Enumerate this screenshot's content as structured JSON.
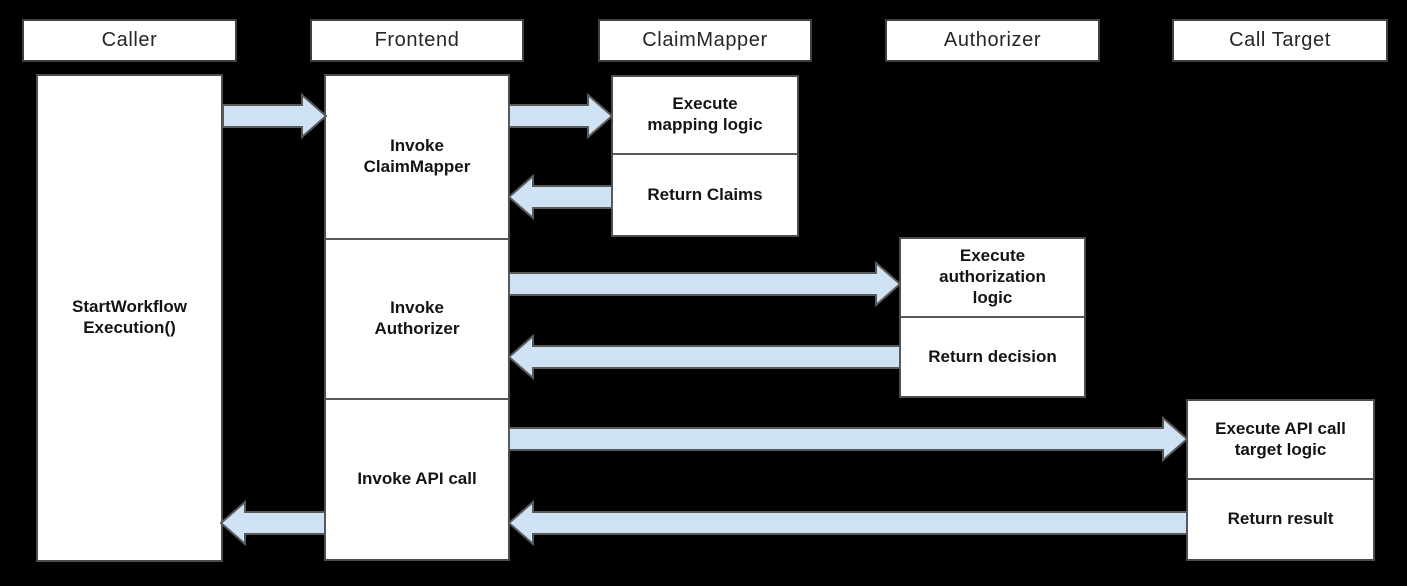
{
  "diagram": {
    "kind": "sequence-diagram",
    "background": "#000000",
    "colors": {
      "box_fill": "#ffffff",
      "box_border": "#4d4d4d",
      "divider": "#595959",
      "arrow_fill": "#cfe2f3",
      "arrow_stroke": "#595959",
      "header_text": "#262626",
      "label_text": "#141414"
    },
    "participants": [
      {
        "label": "Caller"
      },
      {
        "label": "Frontend"
      },
      {
        "label": "ClaimMapper"
      },
      {
        "label": "Authorizer"
      },
      {
        "label": "Call Target"
      }
    ],
    "activations": {
      "caller": {
        "label": "StartWorkflow\nExecution()"
      },
      "frontend": {
        "sections": [
          {
            "label": "Invoke\nClaimMapper"
          },
          {
            "label": "Invoke\nAuthorizer"
          },
          {
            "label": "Invoke API call"
          }
        ]
      },
      "claimmapper": {
        "sections": [
          {
            "label": "Execute\nmapping logic"
          },
          {
            "label": "Return Claims"
          }
        ]
      },
      "authorizer": {
        "sections": [
          {
            "label": "Execute\nauthorization\nlogic"
          },
          {
            "label": "Return decision"
          }
        ]
      },
      "calltarget": {
        "sections": [
          {
            "label": "Execute API call\ntarget logic"
          },
          {
            "label": "Return result"
          }
        ]
      }
    },
    "messages": [
      {
        "from": "Caller",
        "to": "Frontend",
        "direction": "right"
      },
      {
        "from": "Frontend",
        "to": "ClaimMapper",
        "direction": "right"
      },
      {
        "from": "ClaimMapper",
        "to": "Frontend",
        "direction": "left"
      },
      {
        "from": "Frontend",
        "to": "Authorizer",
        "direction": "right"
      },
      {
        "from": "Authorizer",
        "to": "Frontend",
        "direction": "left"
      },
      {
        "from": "Frontend",
        "to": "Call Target",
        "direction": "right"
      },
      {
        "from": "Call Target",
        "to": "Frontend",
        "direction": "left"
      },
      {
        "from": "Frontend",
        "to": "Caller",
        "direction": "left"
      }
    ]
  }
}
